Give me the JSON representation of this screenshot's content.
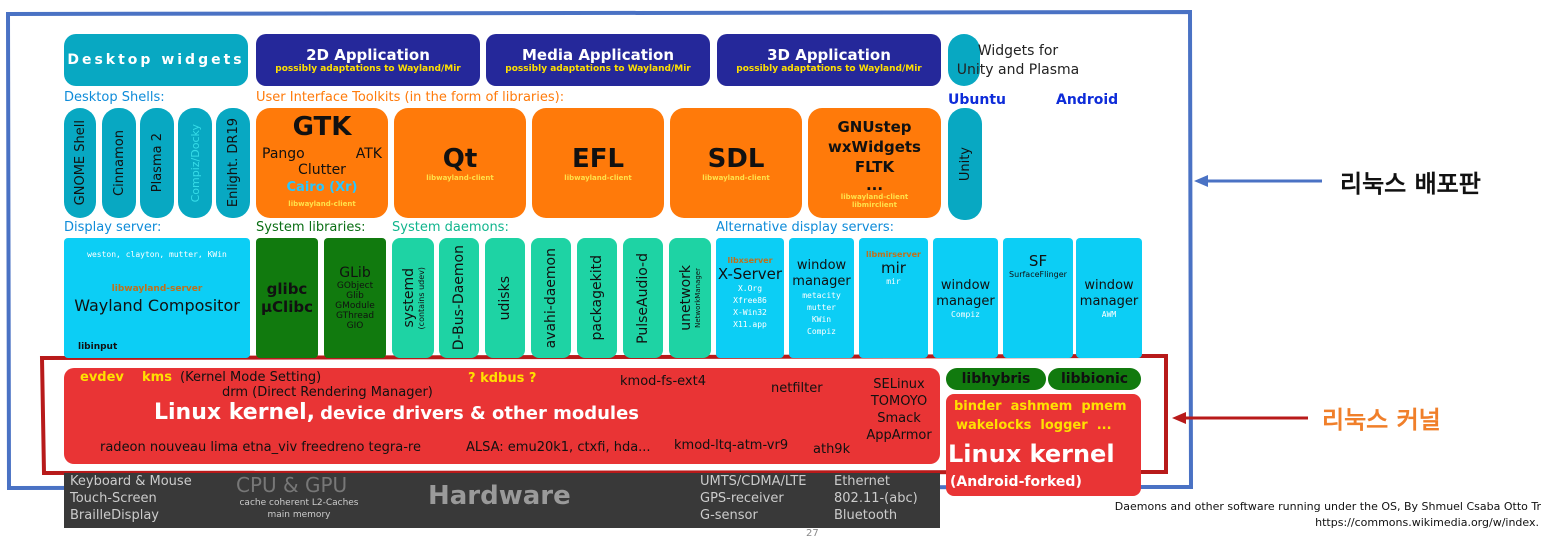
{
  "apps": {
    "desktop_widgets": "Desktop widgets",
    "app2d": {
      "title": "2D Application",
      "sub": "possibly adaptations to Wayland/Mir"
    },
    "media": {
      "title": "Media Application",
      "sub": "possibly adaptations to Wayland/Mir"
    },
    "app3d": {
      "title": "3D Application",
      "sub": "possibly adaptations to Wayland/Mir"
    },
    "widgets_for": "Widgets for\nUnity and Plasma"
  },
  "labels": {
    "desktop_shells": "Desktop Shells:",
    "ui_toolkits": "User Interface Toolkits (in the form of libraries):",
    "ubuntu": "Ubuntu",
    "android": "Android",
    "display_server": "Display server:",
    "system_libraries": "System libraries:",
    "system_daemons": "System daemons:",
    "alt_display": "Alternative display servers:"
  },
  "shells": [
    "GNOME Shell",
    "Cinnamon",
    "Plasma 2",
    "Compiz/Docky",
    "Enlight. DR19"
  ],
  "toolkits": {
    "gtk": {
      "title": "GTK",
      "pango": "Pango",
      "atk": "ATK",
      "clutter": "Clutter",
      "cairo": "Cairo (Xr)",
      "small": "libwayland-client"
    },
    "qt": {
      "title": "Qt",
      "small": "libwayland-client"
    },
    "efl": {
      "title": "EFL",
      "small": "libwayland-client"
    },
    "sdl": {
      "title": "SDL",
      "small": "libwayland-client"
    },
    "gnustep": {
      "lines": [
        "GNUstep",
        "wxWidgets",
        "FLTK",
        "..."
      ],
      "small": "libwayland-client\nlibmirclient"
    }
  },
  "unity": "Unity",
  "wayland": {
    "top": "weston, clayton, mutter, KWin",
    "server": "libwayland-server",
    "title": "Wayland Compositor",
    "libinput": "libinput"
  },
  "glibc": {
    "line1": "glibc",
    "line2": "µClibc"
  },
  "glib": {
    "title": "GLib",
    "items": [
      "GObject",
      "Glib",
      "GModule",
      "GThread",
      "GIO"
    ]
  },
  "daemons": {
    "systemd": "systemd",
    "systemd_sub": "(contains udev)",
    "dbus": "D-Bus-Daemon",
    "udisks": "udisks",
    "avahi": "avahi-daemon",
    "packagekit": "packagekitd",
    "pulse": "PulseAudio-d",
    "unetwork": "unetwork",
    "unetwork_sub": "NetworkManager"
  },
  "alt": {
    "xserver": {
      "tag": "libxserver",
      "title": "X-Server",
      "items": [
        "X.Org",
        "Xfree86",
        "X-Win32",
        "X11.app"
      ]
    },
    "wm1": {
      "title": "window\nmanager",
      "items": [
        "metacity",
        "mutter",
        "KWin",
        "Compiz"
      ]
    },
    "mir": {
      "tag": "libmirserver",
      "title": "mir",
      "sub": "mir"
    },
    "wm2": {
      "title": "window\nmanager",
      "sub": "Compiz"
    },
    "sf": {
      "title": "SF",
      "sub": "SurfaceFlinger"
    },
    "wm3": {
      "title": "window\nmanager",
      "sub": "AWM"
    }
  },
  "kernel": {
    "evdev": "evdev",
    "kms": "kms",
    "kms_desc": "(Kernel Mode Setting)",
    "drm": "drm (Direct Rendering Manager)",
    "kdbus": "? kdbus ?",
    "kmod_fs": "kmod-fs-ext4",
    "netfilter": "netfilter",
    "sec": "SELinux\nTOMOYO\nSmack\nAppArmor",
    "title": "Linux kernel,",
    "subtitle": "device drivers & other modules",
    "drivers": "radeon nouveau lima etna_viv freedreno tegra-re",
    "alsa": "ALSA: emu20k1, ctxfi, hda...",
    "kmod_ltq": "kmod-ltq-atm-vr9",
    "ath9k": "ath9k"
  },
  "android_kernel": {
    "libhybris": "libhybris",
    "libbionic": "libbionic",
    "line1": "binder  ashmem  pmem",
    "line2": "wakelocks  logger  ...",
    "title": "Linux kernel",
    "forked": "(Android-forked)"
  },
  "hardware": {
    "col1": "Keyboard & Mouse\nTouch-Screen\nBrailleDisplay",
    "cpu": "CPU & GPU",
    "cpu_sub": "cache coherent L2-Caches\nmain memory",
    "title": "Hardware",
    "col3": "UMTS/CDMA/LTE\nGPS-receiver\nG-sensor",
    "col4": "Ethernet\n802.11-(abc)\nBluetooth"
  },
  "page_number": "27",
  "annotations": {
    "distro": "리눅스 배포판",
    "kernel": "리눅스 커널"
  },
  "credit": {
    "line1": "Daemons and other software running under the OS, By Shmuel Csaba Otto Tr",
    "line2": "https://commons.wikimedia.org/w/index."
  },
  "colors": {
    "blue_outline": "#4a72c4",
    "red_outline": "#b81a1a",
    "orange_annotation": "#f07f2a"
  }
}
